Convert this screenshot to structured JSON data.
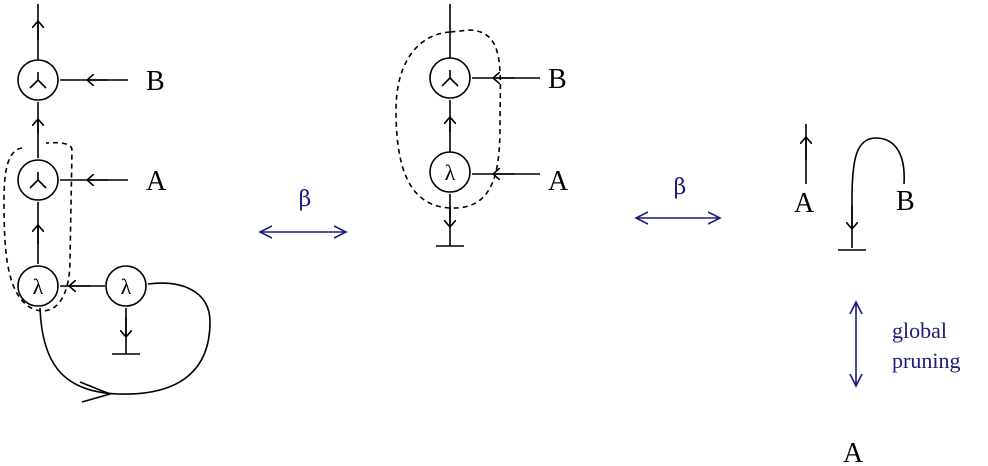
{
  "diagram": {
    "panel1": {
      "label_b": "B",
      "label_a": "A",
      "lambda_1": "λ",
      "lambda_2": "λ"
    },
    "panel2": {
      "label_b": "B",
      "label_a": "A",
      "lambda": "λ"
    },
    "panel3": {
      "label_a": "A",
      "label_b": "B"
    },
    "arrows": {
      "beta_1": "β",
      "beta_2": "β"
    },
    "pruning": {
      "line1": "global",
      "line2": "pruning",
      "result": "A"
    },
    "colors": {
      "ink": "#000000",
      "accent": "#1c1c7a"
    }
  }
}
